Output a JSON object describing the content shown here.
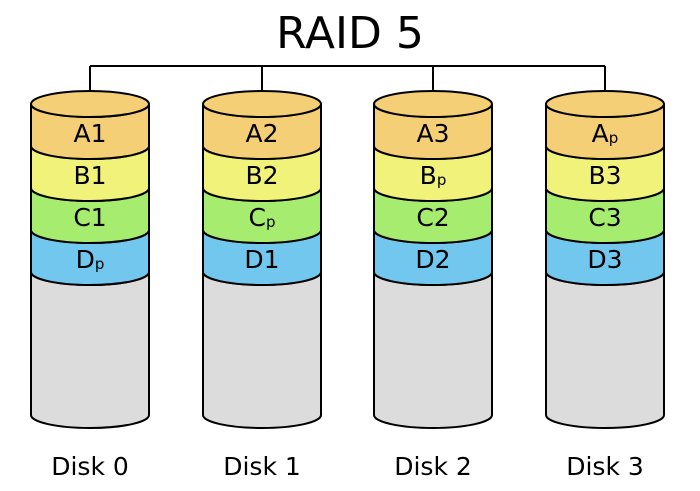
{
  "title": "RAID 5",
  "colors": {
    "A": "#f5cf76",
    "B": "#f0f27a",
    "C": "#a6ec6e",
    "D": "#72c7ef",
    "empty": "#dcdcdc",
    "line": "#000000"
  },
  "disks": [
    {
      "label": "Disk 0",
      "blocks": [
        {
          "row": "A",
          "main": "A",
          "sub": "1",
          "parity": false
        },
        {
          "row": "B",
          "main": "B",
          "sub": "1",
          "parity": false
        },
        {
          "row": "C",
          "main": "C",
          "sub": "1",
          "parity": false
        },
        {
          "row": "D",
          "main": "D",
          "sub": "p",
          "parity": true
        }
      ]
    },
    {
      "label": "Disk 1",
      "blocks": [
        {
          "row": "A",
          "main": "A",
          "sub": "2",
          "parity": false
        },
        {
          "row": "B",
          "main": "B",
          "sub": "2",
          "parity": false
        },
        {
          "row": "C",
          "main": "C",
          "sub": "p",
          "parity": true
        },
        {
          "row": "D",
          "main": "D",
          "sub": "1",
          "parity": false
        }
      ]
    },
    {
      "label": "Disk 2",
      "blocks": [
        {
          "row": "A",
          "main": "A",
          "sub": "3",
          "parity": false
        },
        {
          "row": "B",
          "main": "B",
          "sub": "p",
          "parity": true
        },
        {
          "row": "C",
          "main": "C",
          "sub": "2",
          "parity": false
        },
        {
          "row": "D",
          "main": "D",
          "sub": "2",
          "parity": false
        }
      ]
    },
    {
      "label": "Disk 3",
      "blocks": [
        {
          "row": "A",
          "main": "A",
          "sub": "p",
          "parity": true
        },
        {
          "row": "B",
          "main": "B",
          "sub": "3",
          "parity": false
        },
        {
          "row": "C",
          "main": "C",
          "sub": "3",
          "parity": false
        },
        {
          "row": "D",
          "main": "D",
          "sub": "3",
          "parity": false
        }
      ]
    }
  ]
}
